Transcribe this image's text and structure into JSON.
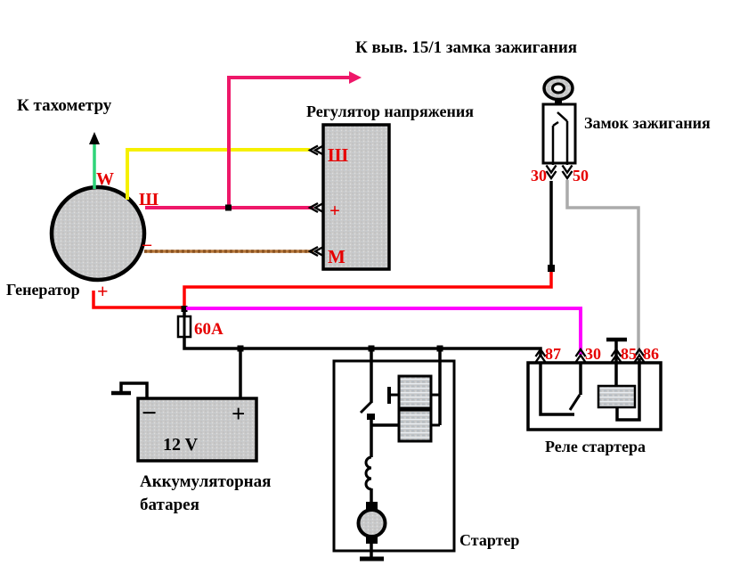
{
  "diagram": {
    "annotations": {
      "to_ignition_terminal": "К выв. 15/1 замка зажигания",
      "to_tachometer": "К тахометру"
    },
    "components": {
      "generator": {
        "label": "Генератор",
        "terminals": {
          "w": "W",
          "sh": "Ш",
          "minus": "–",
          "plus": "+"
        }
      },
      "voltage_regulator": {
        "label": "Регулятор напряжения",
        "terminals": {
          "sh": "Ш",
          "plus": "+",
          "m": "М"
        }
      },
      "ignition_switch": {
        "label": "Замок зажигания",
        "terminals": {
          "t30": "30",
          "t50": "50"
        }
      },
      "starter_relay": {
        "label": "Реле стартера",
        "terminals": {
          "t87": "87",
          "t30": "30",
          "t85": "85",
          "t86": "86"
        }
      },
      "starter": {
        "label": "Стартер"
      },
      "battery": {
        "label_line1": "Аккумуляторная",
        "label_line2": "батарея",
        "voltage": "12 V",
        "plus": "+",
        "minus": "−"
      },
      "fuse": {
        "rating": "60А"
      }
    },
    "colors": {
      "wire_red": "#ff0000",
      "wire_pink": "#ee1769",
      "wire_magenta": "#ff00ff",
      "wire_yellow": "#f6f000",
      "wire_green": "#2ed479",
      "wire_brown": "#b5773a",
      "wire_gray": "#ababab",
      "wire_black": "#000000",
      "terminal_text": "#e60000",
      "component_fill": "#c9c9c9"
    }
  }
}
